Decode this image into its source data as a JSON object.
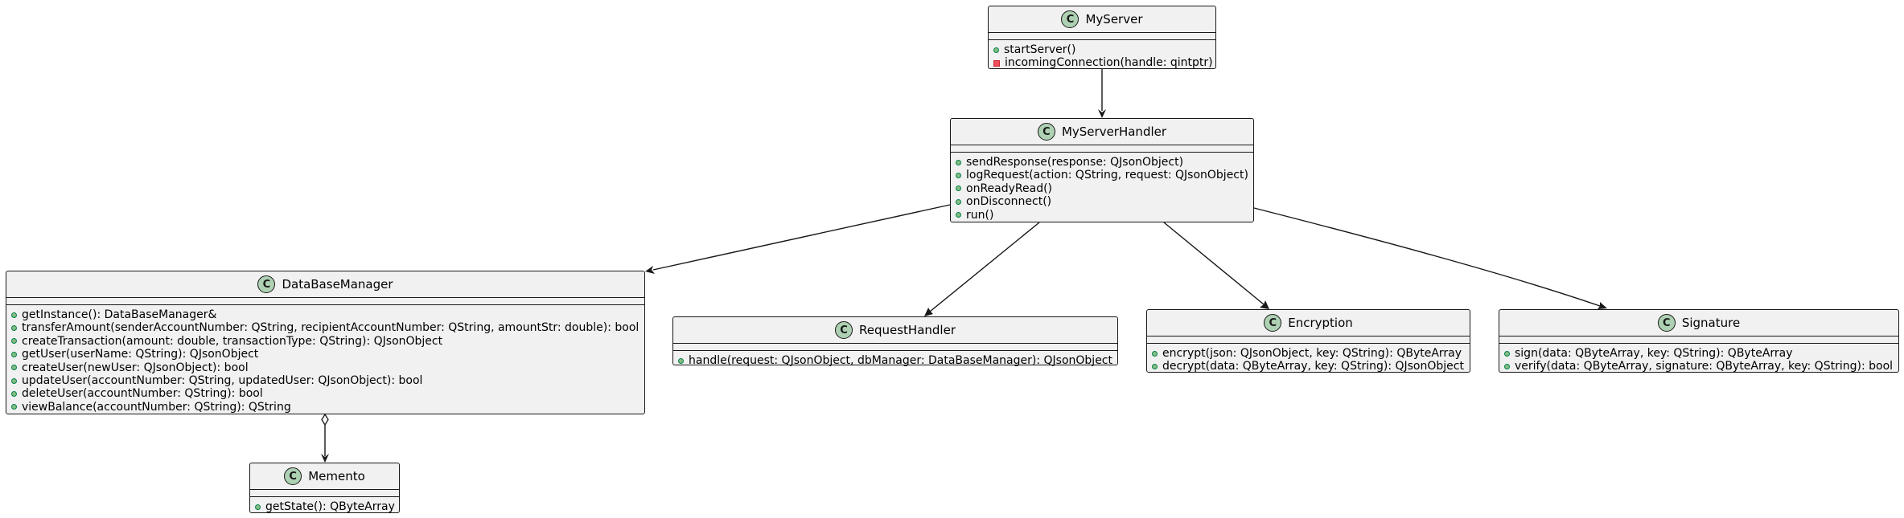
{
  "diagram": {
    "classes": [
      {
        "id": "MyServer",
        "stereotype": "C",
        "name": "MyServer",
        "operations": [
          {
            "visibility": "public",
            "text": "startServer()"
          },
          {
            "visibility": "private",
            "text": "incomingConnection(handle: qintptr)"
          }
        ]
      },
      {
        "id": "MyServerHandler",
        "stereotype": "C",
        "name": "MyServerHandler",
        "operations": [
          {
            "visibility": "public",
            "text": "sendResponse(response: QJsonObject)"
          },
          {
            "visibility": "public",
            "text": "logRequest(action: QString, request: QJsonObject)"
          },
          {
            "visibility": "public",
            "text": "onReadyRead()"
          },
          {
            "visibility": "public",
            "text": "onDisconnect()"
          },
          {
            "visibility": "public",
            "text": "run()"
          }
        ]
      },
      {
        "id": "DataBaseManager",
        "stereotype": "C",
        "name": "DataBaseManager",
        "operations": [
          {
            "visibility": "public",
            "text": "getInstance(): DataBaseManager&"
          },
          {
            "visibility": "public",
            "text": "transferAmount(senderAccountNumber: QString, recipientAccountNumber: QString, amountStr: double): bool"
          },
          {
            "visibility": "public",
            "text": "createTransaction(amount: double, transactionType: QString): QJsonObject"
          },
          {
            "visibility": "public",
            "text": "getUser(userName: QString): QJsonObject"
          },
          {
            "visibility": "public",
            "text": "createUser(newUser: QJsonObject): bool"
          },
          {
            "visibility": "public",
            "text": "updateUser(accountNumber: QString, updatedUser: QJsonObject): bool"
          },
          {
            "visibility": "public",
            "text": "deleteUser(accountNumber: QString): bool"
          },
          {
            "visibility": "public",
            "text": "viewBalance(accountNumber: QString): QString"
          }
        ]
      },
      {
        "id": "RequestHandler",
        "stereotype": "C",
        "name": "RequestHandler",
        "operations": [
          {
            "visibility": "public",
            "text": "handle(request: QJsonObject, dbManager: DataBaseManager): QJsonObject"
          }
        ]
      },
      {
        "id": "Encryption",
        "stereotype": "C",
        "name": "Encryption",
        "operations": [
          {
            "visibility": "public",
            "text": "encrypt(json: QJsonObject, key: QString): QByteArray"
          },
          {
            "visibility": "public",
            "text": "decrypt(data: QByteArray, key: QString): QJsonObject"
          }
        ]
      },
      {
        "id": "Signature",
        "stereotype": "C",
        "name": "Signature",
        "operations": [
          {
            "visibility": "public",
            "text": "sign(data: QByteArray, key: QString): QByteArray"
          },
          {
            "visibility": "public",
            "text": "verify(data: QByteArray, signature: QByteArray, key: QString): bool"
          }
        ]
      },
      {
        "id": "Memento",
        "stereotype": "C",
        "name": "Memento",
        "operations": [
          {
            "visibility": "public",
            "text": "getState(): QByteArray"
          }
        ]
      }
    ],
    "relations": [
      {
        "from": "MyServer",
        "to": "MyServerHandler",
        "type": "association"
      },
      {
        "from": "MyServerHandler",
        "to": "DataBaseManager",
        "type": "association"
      },
      {
        "from": "MyServerHandler",
        "to": "RequestHandler",
        "type": "association"
      },
      {
        "from": "MyServerHandler",
        "to": "Encryption",
        "type": "association"
      },
      {
        "from": "MyServerHandler",
        "to": "Signature",
        "type": "association"
      },
      {
        "from": "DataBaseManager",
        "to": "Memento",
        "type": "aggregation"
      }
    ],
    "colors": {
      "class_fill": "#f1f1f1",
      "border": "#181818",
      "badge_fill": "#add1b2",
      "public_marker": "#84be84",
      "private_marker": "#f24d5c"
    }
  }
}
